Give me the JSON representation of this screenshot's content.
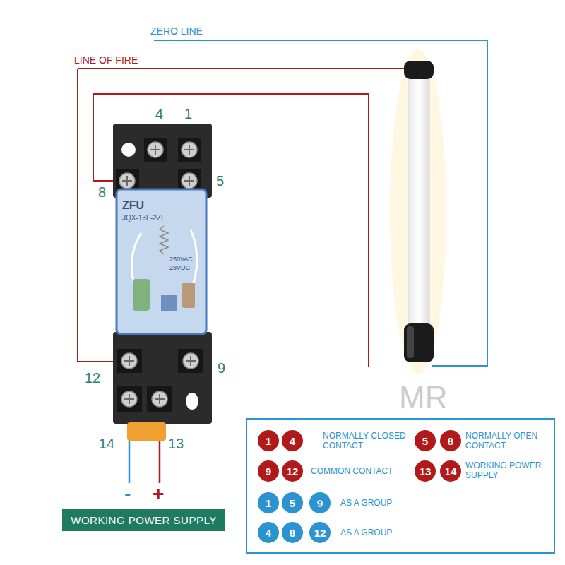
{
  "diagram": {
    "nodes": [
      {
        "text": [
          "WORKING POWER SUPPLY"
        ]
      },
      {
        "text": [
          "NORMALLY CLOSED CONTACT",
          "NORMALLY OPEN CONTACT",
          "COMMON CONTACT",
          "WORKING POWER SUPPLY",
          "AS A GROUP",
          "AS A GROUP"
        ]
      },
      {
        "text": [
          "1"
        ],
        "in": 1
      },
      {
        "text": [
          "4"
        ],
        "in": 1
      },
      {
        "text": [
          "5"
        ],
        "in": 1
      },
      {
        "text": [
          "8"
        ],
        "in": 1
      },
      {
        "text": [
          "9"
        ],
        "in": 1
      },
      {
        "text": [
          "12"
        ],
        "in": 1
      },
      {
        "text": [
          "13"
        ],
        "in": 1
      },
      {
        "text": [
          "14"
        ],
        "in": 1
      },
      {
        "text": [
          "1"
        ],
        "in": 1
      },
      {
        "text": [
          "5"
        ],
        "in": 1
      },
      {
        "text": [
          "9"
        ],
        "in": 1
      },
      {
        "text": [
          "4"
        ],
        "in": 1
      },
      {
        "text": [
          "8"
        ],
        "in": 1
      },
      {
        "text": [
          "12"
        ],
        "in": 1
      }
    ],
    "labels": [
      "ZERO LINE",
      "LINE OF FIRE",
      "4",
      "1",
      "8",
      "5",
      "12",
      "9",
      "14",
      "13",
      "-",
      "+",
      "ZFU",
      "JQX-13F-2ZL",
      "250VAC",
      "28VDC",
      "MR"
    ]
  }
}
